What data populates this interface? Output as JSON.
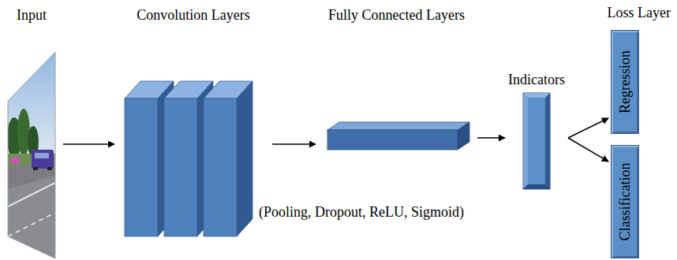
{
  "diagram": {
    "nodes": [
      {
        "text": [
          "Input"
        ]
      },
      {
        "text": [
          "Convolution Layers"
        ]
      },
      {
        "text": [
          "Fully Connected Layers"
        ]
      },
      {
        "text": [
          "Indicators"
        ]
      },
      {
        "text": [
          "Regression"
        ]
      },
      {
        "text": [
          "Classification"
        ]
      }
    ],
    "edges": [
      {
        "from": 0,
        "to": 1,
        "arrow": "to"
      },
      {
        "from": 1,
        "to": 2,
        "arrow": "to"
      },
      {
        "from": 2,
        "to": 3,
        "arrow": "to"
      },
      {
        "from": 3,
        "to": 4,
        "arrow": "to"
      },
      {
        "from": 3,
        "to": 5,
        "arrow": "to"
      }
    ],
    "labels": [
      "(Pooling, Dropout, ReLU, Sigmoid)",
      "Loss Layer"
    ]
  }
}
